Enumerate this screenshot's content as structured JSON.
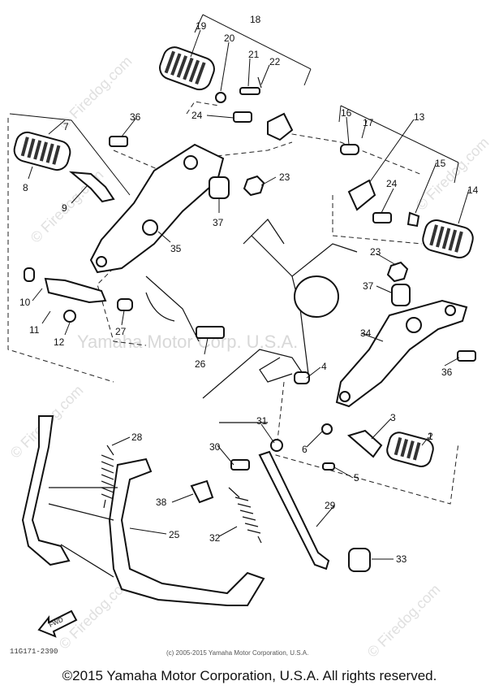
{
  "watermarks": {
    "center": "Yamaha Motor Corp. U.S.A.",
    "left_vertical": "© Firedog.com",
    "scattered": "© Firedog.com"
  },
  "labels": [
    "1",
    "2",
    "3",
    "4",
    "5",
    "6",
    "7",
    "8",
    "9",
    "10",
    "11",
    "12",
    "13",
    "14",
    "15",
    "16",
    "17",
    "18",
    "19",
    "20",
    "21",
    "22",
    "23",
    "23",
    "24",
    "24",
    "25",
    "26",
    "27",
    "28",
    "29",
    "30",
    "31",
    "32",
    "33",
    "34",
    "35",
    "36",
    "36",
    "37",
    "37",
    "38"
  ],
  "arrow_label": "FWD",
  "reference_code": "11G171-2390",
  "small_copyright": "(c) 2005-2015 Yamaha Motor Corporation, U.S.A.",
  "footer_copyright": "©2015 Yamaha Motor Corporation, U.S.A. All rights reserved."
}
